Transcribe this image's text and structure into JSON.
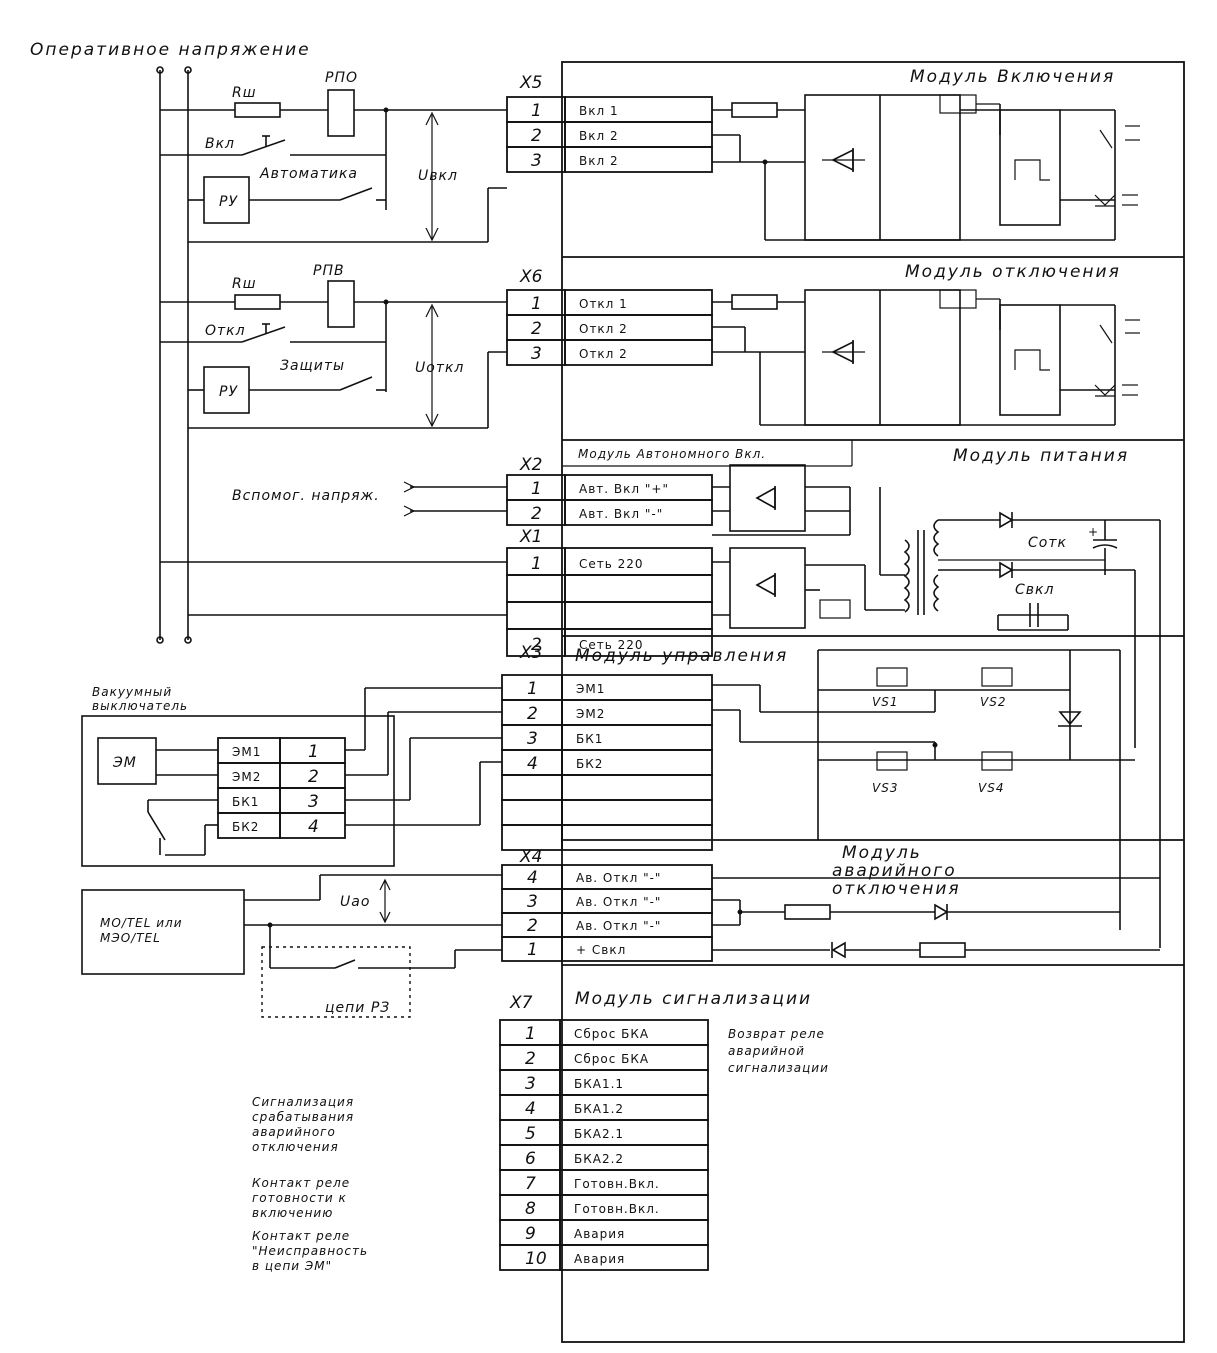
{
  "header": {
    "title": "Оперативное напряжение"
  },
  "modules": {
    "vkl": "Модуль Включения",
    "otkl": "Модуль отключения",
    "avt": "Модуль Автономного Вкл.",
    "pit": "Модуль питания",
    "upr": "Модуль управления",
    "avar": [
      "Модуль",
      "аварийного",
      "отключения"
    ],
    "sign": "Модуль сигнализации"
  },
  "connectors": {
    "x5": {
      "name": "X5",
      "rows": [
        {
          "num": "1",
          "label": "Вкл 1"
        },
        {
          "num": "2",
          "label": "Вкл 2"
        },
        {
          "num": "3",
          "label": "Вкл 2"
        }
      ]
    },
    "x6": {
      "name": "X6",
      "rows": [
        {
          "num": "1",
          "label": "Откл 1"
        },
        {
          "num": "2",
          "label": "Откл 2"
        },
        {
          "num": "3",
          "label": "Откл 2"
        }
      ]
    },
    "x2": {
      "name": "X2",
      "rows": [
        {
          "num": "1",
          "label": "Авт. Вкл \"+\""
        },
        {
          "num": "2",
          "label": "Авт. Вкл \"-\""
        }
      ]
    },
    "x1": {
      "name": "X1",
      "rows": [
        {
          "num": "1",
          "label": "Сеть 220"
        },
        {
          "num": "2",
          "label": "Сеть 220"
        }
      ]
    },
    "x3": {
      "name": "X3",
      "rows": [
        {
          "num": "1",
          "label": "ЭМ1"
        },
        {
          "num": "2",
          "label": "ЭМ2"
        },
        {
          "num": "3",
          "label": "БК1"
        },
        {
          "num": "4",
          "label": "БК2"
        }
      ]
    },
    "x4": {
      "name": "X4",
      "rows": [
        {
          "num": "4",
          "label": "Ав. Откл \"-\""
        },
        {
          "num": "3",
          "label": "Ав. Откл \"-\""
        },
        {
          "num": "2",
          "label": "Ав. Откл \"-\""
        },
        {
          "num": "1",
          "label": "+ Свкл"
        }
      ]
    },
    "x7": {
      "name": "X7",
      "rows": [
        {
          "num": "1",
          "label": "Сброс БКА"
        },
        {
          "num": "2",
          "label": "Сброс БКА"
        },
        {
          "num": "3",
          "label": "БКА1.1"
        },
        {
          "num": "4",
          "label": "БКА1.2"
        },
        {
          "num": "5",
          "label": "БКА2.1"
        },
        {
          "num": "6",
          "label": "БКА2.2"
        },
        {
          "num": "7",
          "label": "Готовн.Вкл."
        },
        {
          "num": "8",
          "label": "Готовн.Вкл."
        },
        {
          "num": "9",
          "label": "Авария"
        },
        {
          "num": "10",
          "label": "Авария"
        }
      ]
    }
  },
  "labels": {
    "rsh": "Rш",
    "rpo": "РПО",
    "rpv": "РПВ",
    "vkl": "Вкл",
    "otkl": "Откл",
    "avtomatika": "Автоматика",
    "zashchity": "Защиты",
    "ru": "РУ",
    "uvkl": "Uвкл",
    "uotkl": "Uоткл",
    "vspomog": "Вспомог. напряж.",
    "cotk": "Сотк",
    "cvkl": "Свкл",
    "vs1": "VS1",
    "vs2": "VS2",
    "vs3": "VS3",
    "vs4": "VS4",
    "em": "ЭМ",
    "uao": "Uао",
    "mo_tel": [
      "МО/TEL или",
      "МЭО/TEL"
    ],
    "tsepi_rz": "цепи РЗ",
    "plus": "+"
  },
  "breaker": {
    "title": [
      "Вакуумный",
      "выключатель"
    ],
    "terms": [
      {
        "label": "ЭМ1",
        "num": "1"
      },
      {
        "label": "ЭМ2",
        "num": "2"
      },
      {
        "label": "БК1",
        "num": "3"
      },
      {
        "label": "БК2",
        "num": "4"
      }
    ]
  },
  "notes": {
    "reset": [
      "Возврат реле",
      "аварийной",
      "сигнализации"
    ],
    "alarm": [
      "Сигнализация",
      "срабатывания",
      "аварийного",
      "отключения"
    ],
    "ready": [
      "Контакт реле",
      "готовности к",
      "включению"
    ],
    "fault": [
      "Контакт реле",
      "\"Неисправность",
      "в цепи ЭМ\""
    ]
  }
}
